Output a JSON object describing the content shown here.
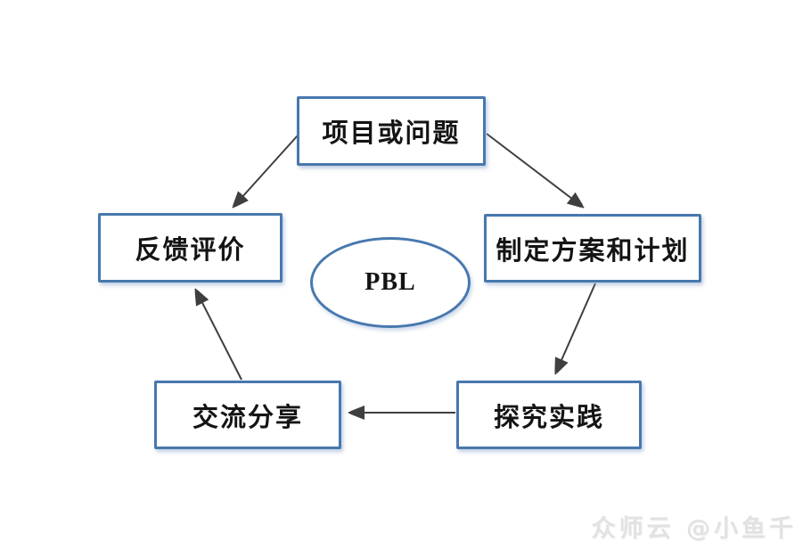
{
  "diagram": {
    "title_hint": "PBL cycle diagram",
    "center": {
      "label": "PBL"
    },
    "nodes": {
      "project": {
        "label": "项目或问题"
      },
      "plan": {
        "label": "制定方案和计划"
      },
      "practice": {
        "label": "探究实践"
      },
      "share": {
        "label": "交流分享"
      },
      "feedback": {
        "label": "反馈评价"
      }
    },
    "arrows": [
      {
        "from": "项目或问题",
        "to": "制定方案和计划"
      },
      {
        "from": "制定方案和计划",
        "to": "探究实践"
      },
      {
        "from": "探究实践",
        "to": "交流分享"
      },
      {
        "from": "交流分享",
        "to": "反馈评价"
      },
      {
        "from": "项目或问题",
        "to": "反馈评价"
      }
    ],
    "colors": {
      "box_border": "#4878ae",
      "arrow": "#3f3f3f",
      "text": "#141414",
      "background": "#ffffff"
    }
  },
  "watermark": {
    "text": "众师云 @小鱼千",
    "color": "#e2e2e2"
  }
}
